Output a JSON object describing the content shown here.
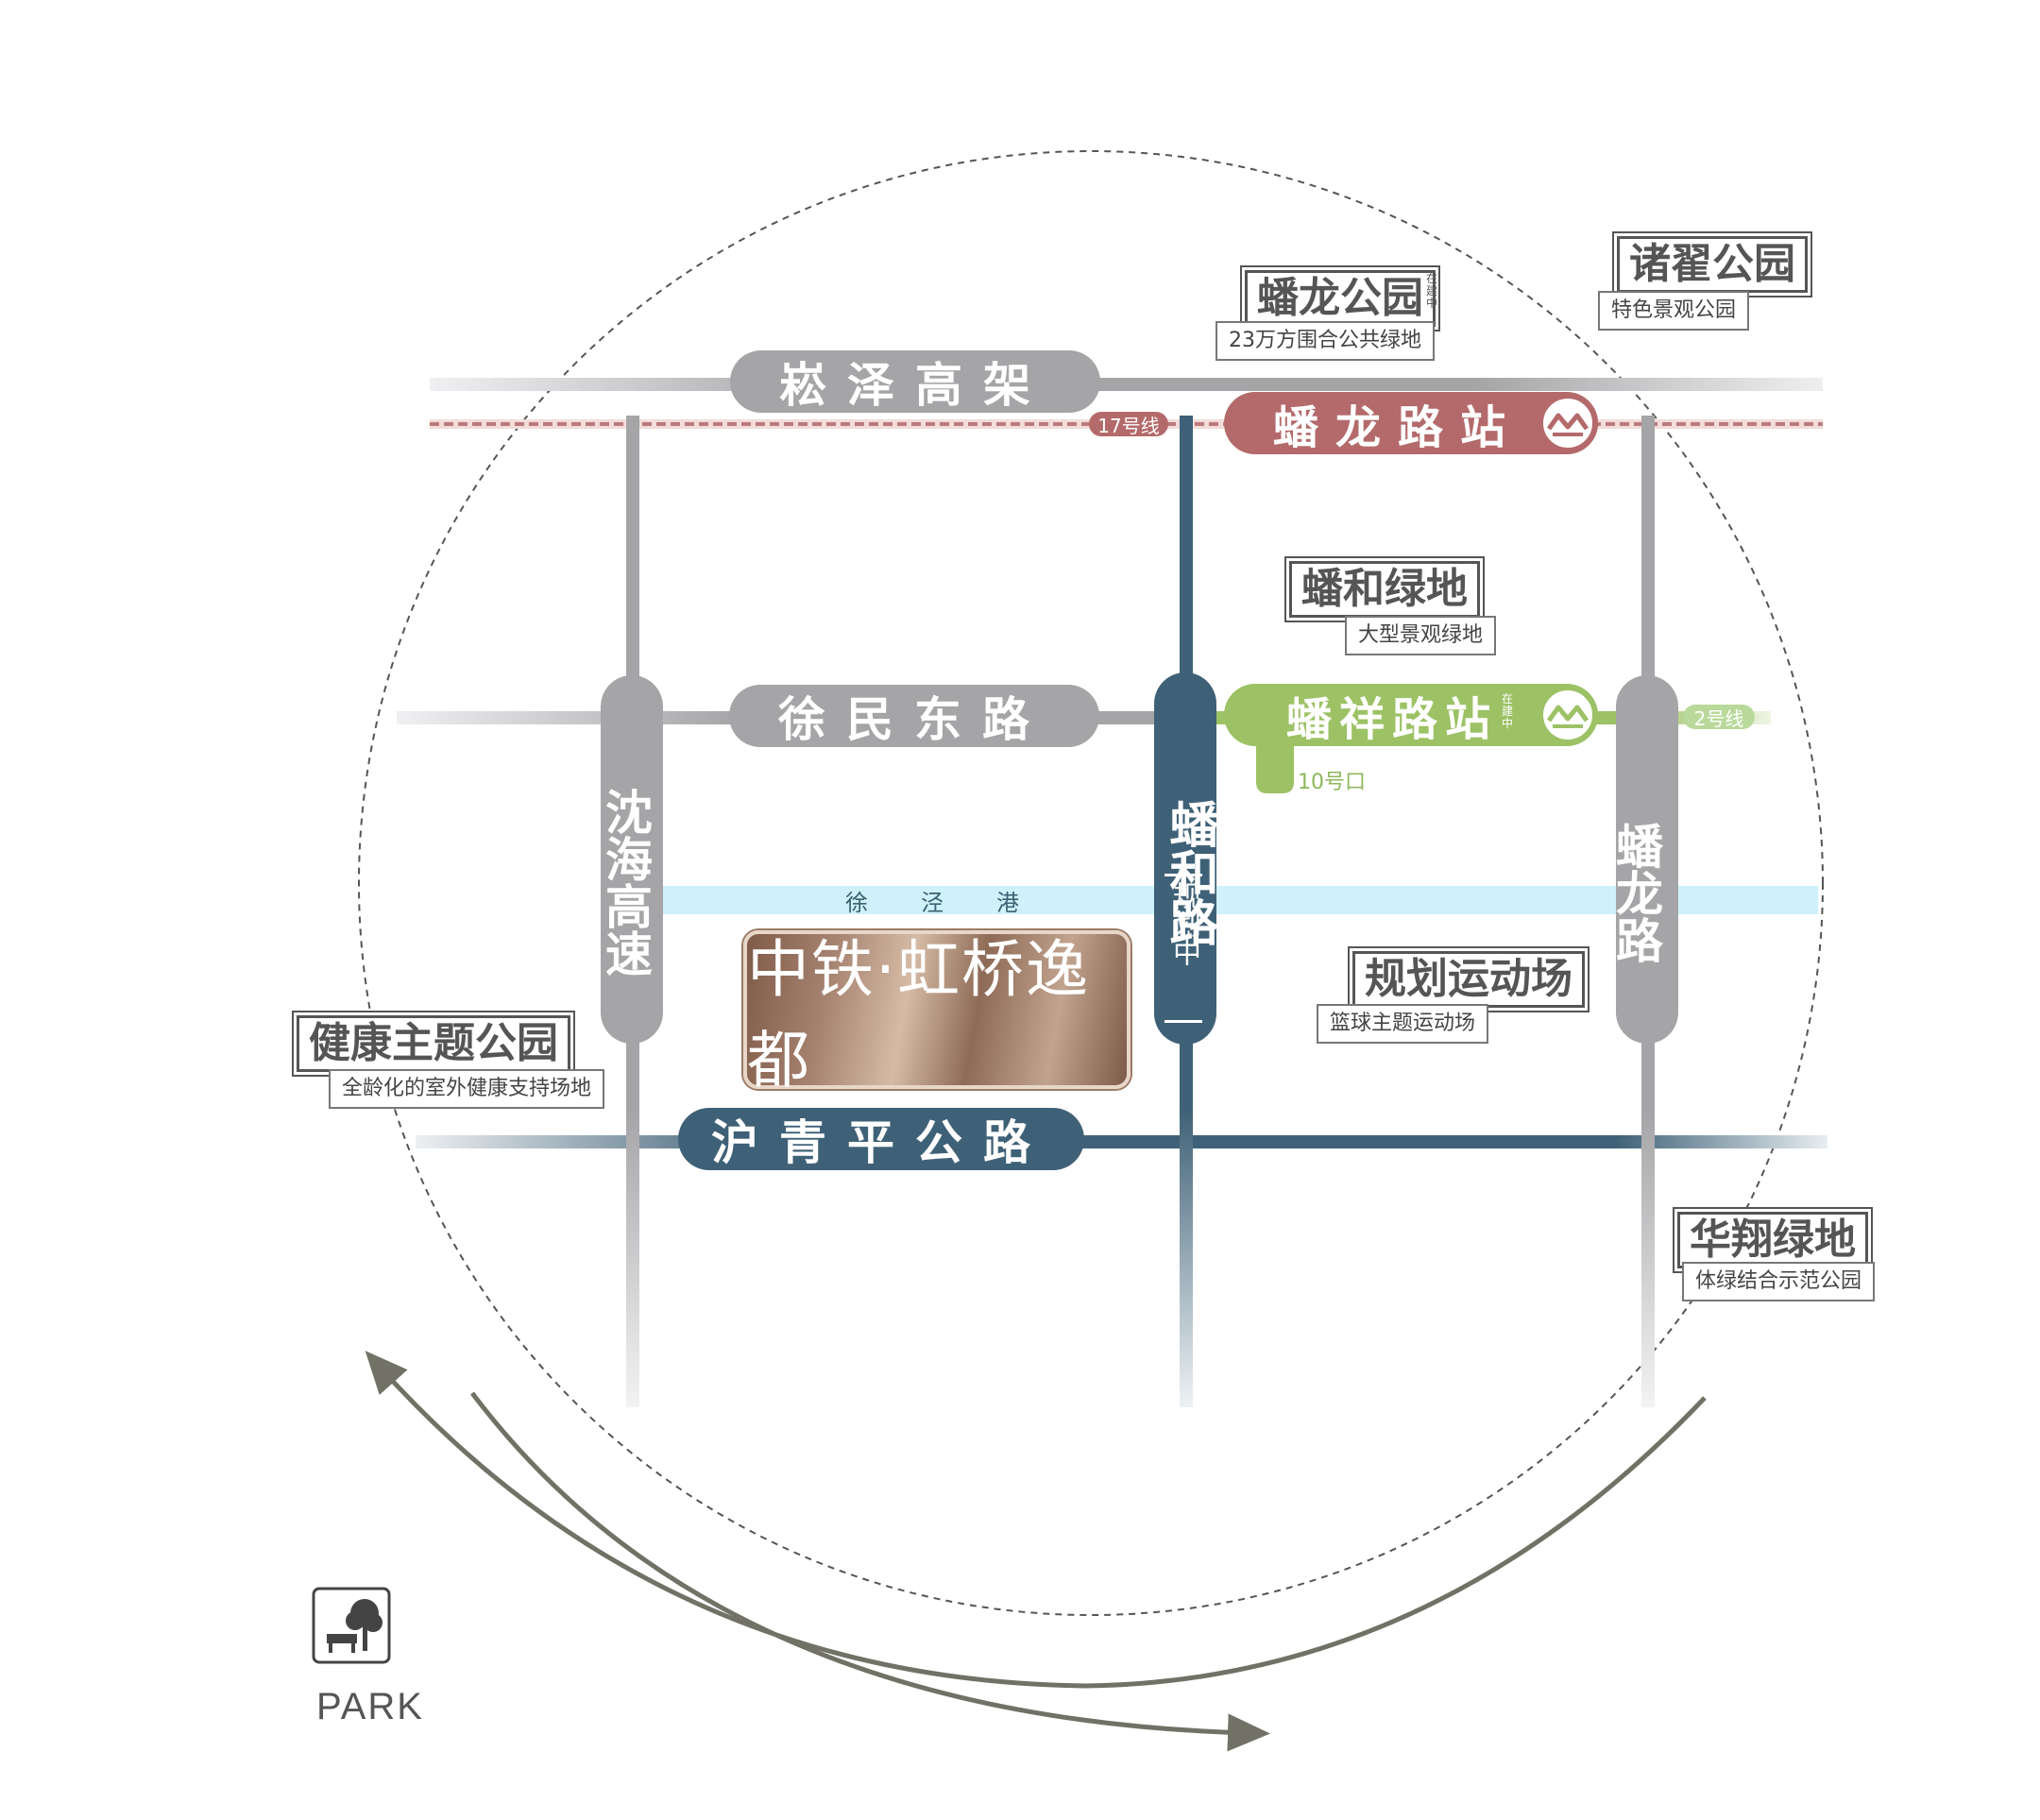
{
  "colors": {
    "bg": "#ffffff",
    "gray_road": "#a5a4a7",
    "light_road": "#e6e6e8",
    "navy": "#3f6177",
    "line17": "#b46a6b",
    "line10": "#9cc265",
    "river": "#cff1f9",
    "project_gold_dark": "#7f5b48",
    "project_gold_light": "#c9ab93",
    "label_border": "#555555",
    "arrow": "#717165"
  },
  "roads": {
    "songze": "崧泽高架",
    "xumin_east": "徐民东路",
    "huqingping": "沪青平公路",
    "shenhai": "沈海高速",
    "panhe": "蟠和路",
    "panhe_planned": "规划中",
    "panlong": "蟠龙路"
  },
  "metro": {
    "line17_tag": "17号线",
    "line2_tag": "2号线",
    "panlong_station": "蟠龙路站",
    "panxiang_station": "蟠祥路站",
    "panxiang_note": "在建中",
    "exit_label": "10号口",
    "metro_icon": "shanghai-metro-icon"
  },
  "river": {
    "name": "徐泾港"
  },
  "project": {
    "name": "中铁·虹桥逸都"
  },
  "parks": [
    {
      "title": "蟠龙公园",
      "note": "在建中",
      "sub": "23万方围合公共绿地"
    },
    {
      "title": "诸翟公园",
      "sub": "特色景观公园"
    },
    {
      "title": "蟠和绿地",
      "sub": "大型景观绿地"
    },
    {
      "title": "规划运动场",
      "sub": "篮球主题运动场"
    },
    {
      "title": "健康主题公园",
      "sub": "全龄化的室外健康支持场地"
    },
    {
      "title": "华翔绿地",
      "sub": "体绿结合示范公园"
    }
  ],
  "legend": {
    "icon": "park-bench-tree-icon",
    "text": "PARK"
  }
}
